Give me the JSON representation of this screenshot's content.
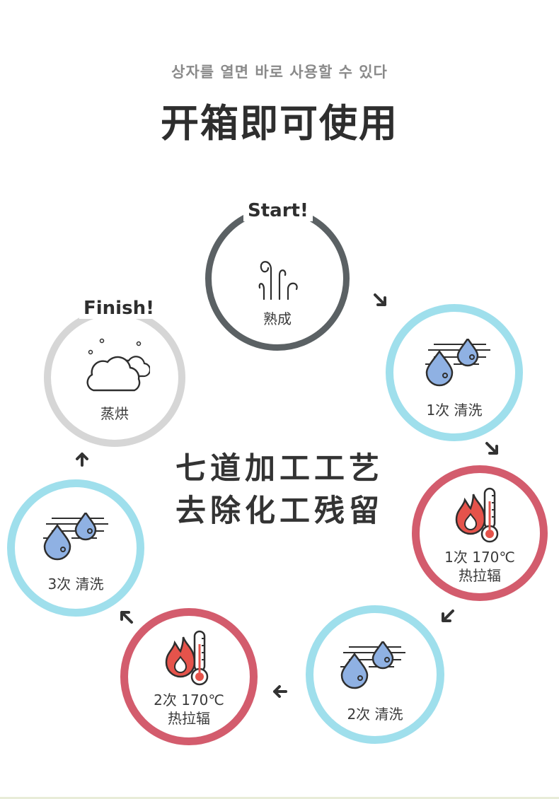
{
  "header": {
    "subtitle": "상자를 열면 바로 사용할 수 있다",
    "title": "开箱即可使用"
  },
  "center": {
    "line1": "七道加工工艺",
    "line2": "去除化工残留"
  },
  "badges": {
    "start": "Start!",
    "finish": "Finish!"
  },
  "steps": [
    {
      "label": "熟成",
      "icon": "wind-icon"
    },
    {
      "label": "1次 清洗",
      "icon": "water-drops-icon"
    },
    {
      "line1": "1次 170℃",
      "line2": "热拉辐",
      "icon": "fire-thermometer-icon"
    },
    {
      "label": "2次 清洗",
      "icon": "water-drops-icon"
    },
    {
      "line1": "2次 170℃",
      "line2": "热拉辐",
      "icon": "fire-thermometer-icon"
    },
    {
      "label": "3次 清洗",
      "icon": "water-drops-icon"
    },
    {
      "label": "蒸烘",
      "icon": "steam-cloud-icon"
    }
  ],
  "colors": {
    "gray": "#5b6164",
    "light_gray": "#d6d6d6",
    "blue": "#9fdfec",
    "red": "#d35c6d",
    "drop": "#8fb1e3"
  }
}
